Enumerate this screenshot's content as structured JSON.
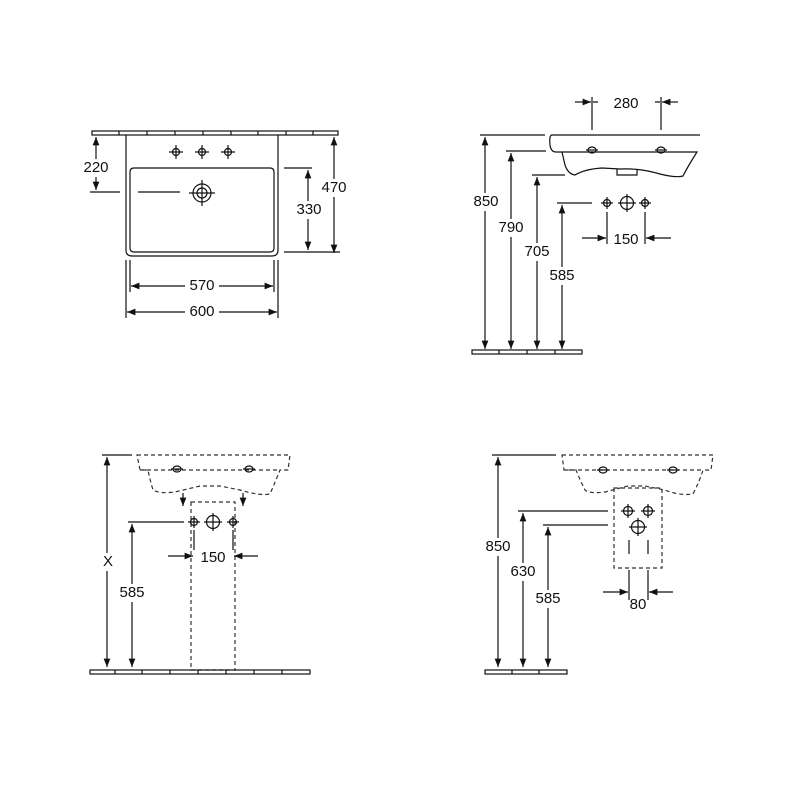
{
  "top_view": {
    "dim_220": "220",
    "dim_330": "330",
    "dim_470": "470",
    "dim_570": "570",
    "dim_600": "600"
  },
  "side_view": {
    "dim_280": "280",
    "dim_850": "850",
    "dim_790": "790",
    "dim_705": "705",
    "dim_585": "585",
    "dim_150": "150"
  },
  "pedestal_view": {
    "dim_x": "X",
    "dim_585": "585",
    "dim_150": "150"
  },
  "semi_pedestal_view": {
    "dim_850": "850",
    "dim_630": "630",
    "dim_585": "585",
    "dim_80": "80"
  }
}
